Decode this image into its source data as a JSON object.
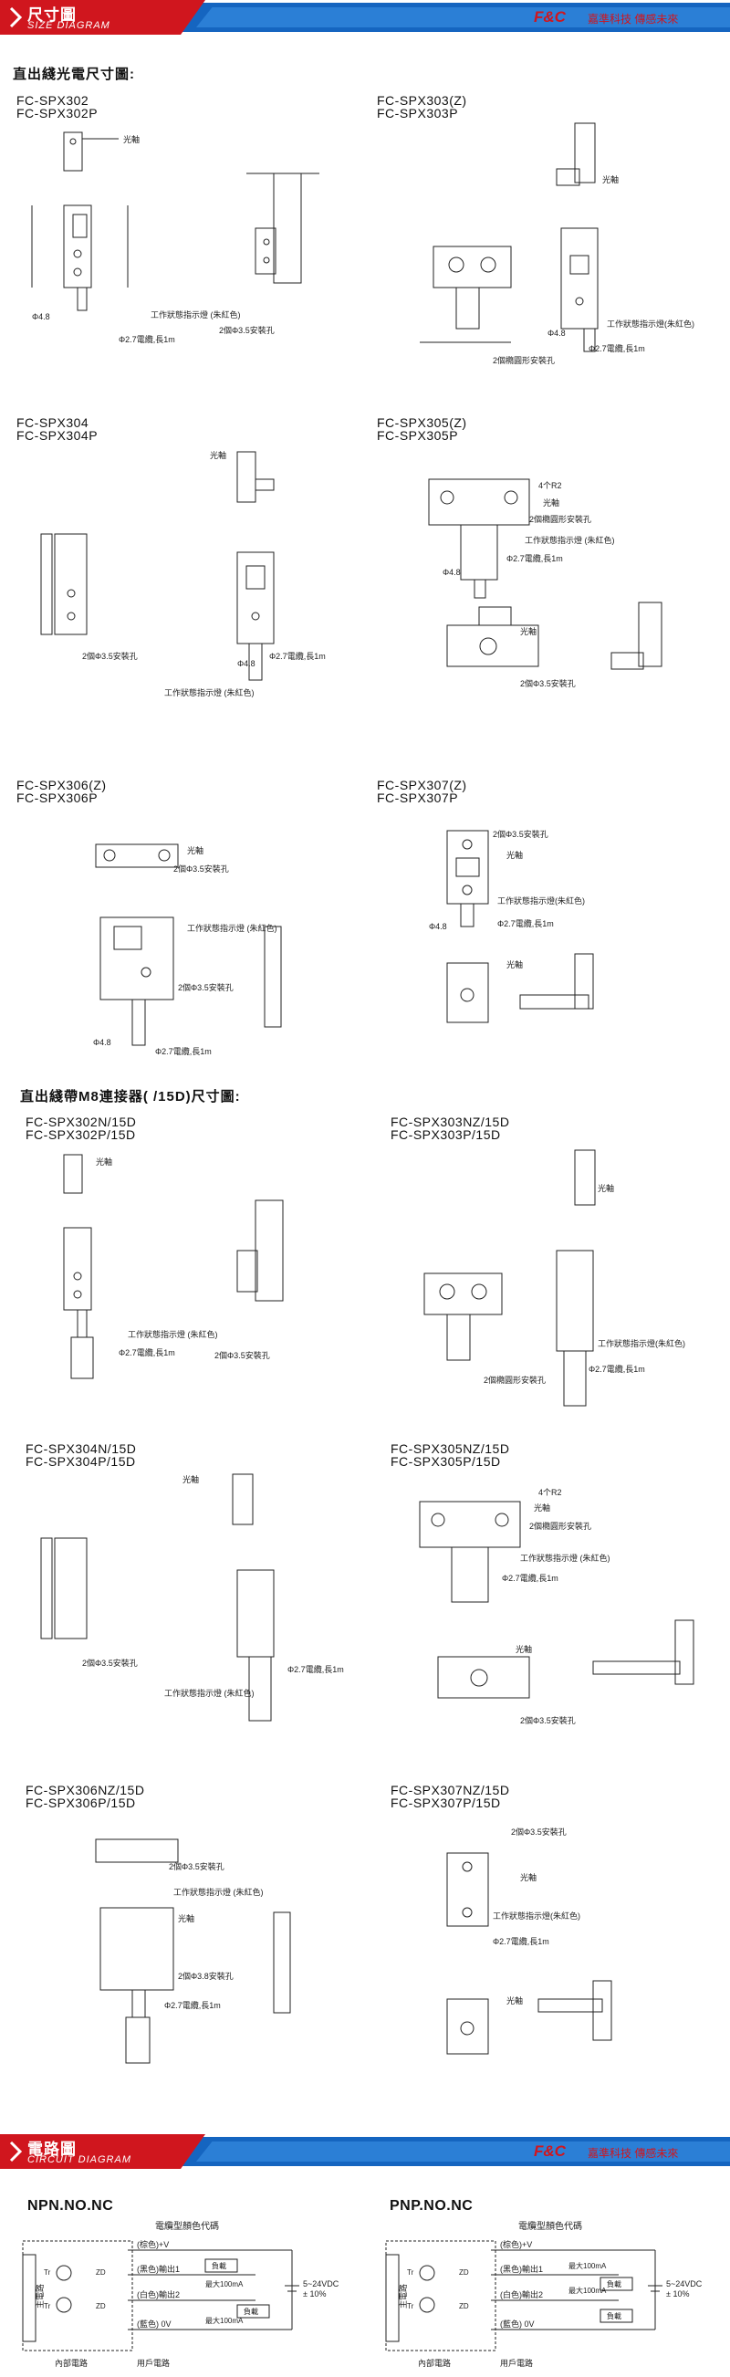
{
  "banners": [
    {
      "cn": "尺寸圖",
      "en": "SIZE DIAGRAM",
      "brand": "F&C",
      "brand_sub": "嘉準科技  傳感未來"
    },
    {
      "cn": "電路圖",
      "en": "CIRCUIT DIAGRAM",
      "brand": "F&C",
      "brand_sub": "嘉準科技  傳感未來"
    }
  ],
  "sections": {
    "direct": "直出綫光電尺寸圖:",
    "m8": "直出綫帶M8連接器( /15D)尺寸圖:"
  },
  "models": [
    [
      "FC-SPX302",
      "FC-SPX302P"
    ],
    [
      "FC-SPX303(Z)",
      "FC-SPX303P"
    ],
    [
      "FC-SPX304",
      "FC-SPX304P"
    ],
    [
      "FC-SPX305(Z)",
      "FC-SPX305P"
    ],
    [
      "FC-SPX306(Z)",
      "FC-SPX306P"
    ],
    [
      "FC-SPX307(Z)",
      "FC-SPX307P"
    ],
    [
      "FC-SPX302N/15D",
      "FC-SPX302P/15D"
    ],
    [
      "FC-SPX303NZ/15D",
      "FC-SPX303P/15D"
    ],
    [
      "FC-SPX304N/15D",
      "FC-SPX304P/15D"
    ],
    [
      "FC-SPX305NZ/15D",
      "FC-SPX305P/15D"
    ],
    [
      "FC-SPX306NZ/15D",
      "FC-SPX306P/15D"
    ],
    [
      "FC-SPX307NZ/15D",
      "FC-SPX307P/15D"
    ]
  ],
  "labels": {
    "optical_axis": "光軸",
    "indicator": "工作狀態指示燈 (朱紅色)",
    "indicator2": "工作狀態指示燈(朱紅色)",
    "cable": "Φ2.7電纜,長1m",
    "holes": "2個Φ3.5安裝孔",
    "holes_long": "2個橢圓形安裝孔",
    "r2": "4个R2",
    "holes38": "2個Φ3.8安裝孔",
    "phi48": "Φ4.8"
  },
  "circuit": {
    "npn_title": "NPN.NO.NC",
    "pnp_title": "PNP.NO.NC",
    "color_code": "電纜型顏色代碼",
    "brown": "(棕色)+V",
    "black": "(黑色)輸出1",
    "white": "(白色)輸出2",
    "blue": "(藍色) 0V",
    "load": "負載",
    "max": "最大100mA",
    "supply": "5~24VDC",
    "tol": "± 10%",
    "main": "主電路",
    "internal": "內部電路",
    "user": "用戶電路",
    "tr": "Tr",
    "zd": "ZD"
  }
}
